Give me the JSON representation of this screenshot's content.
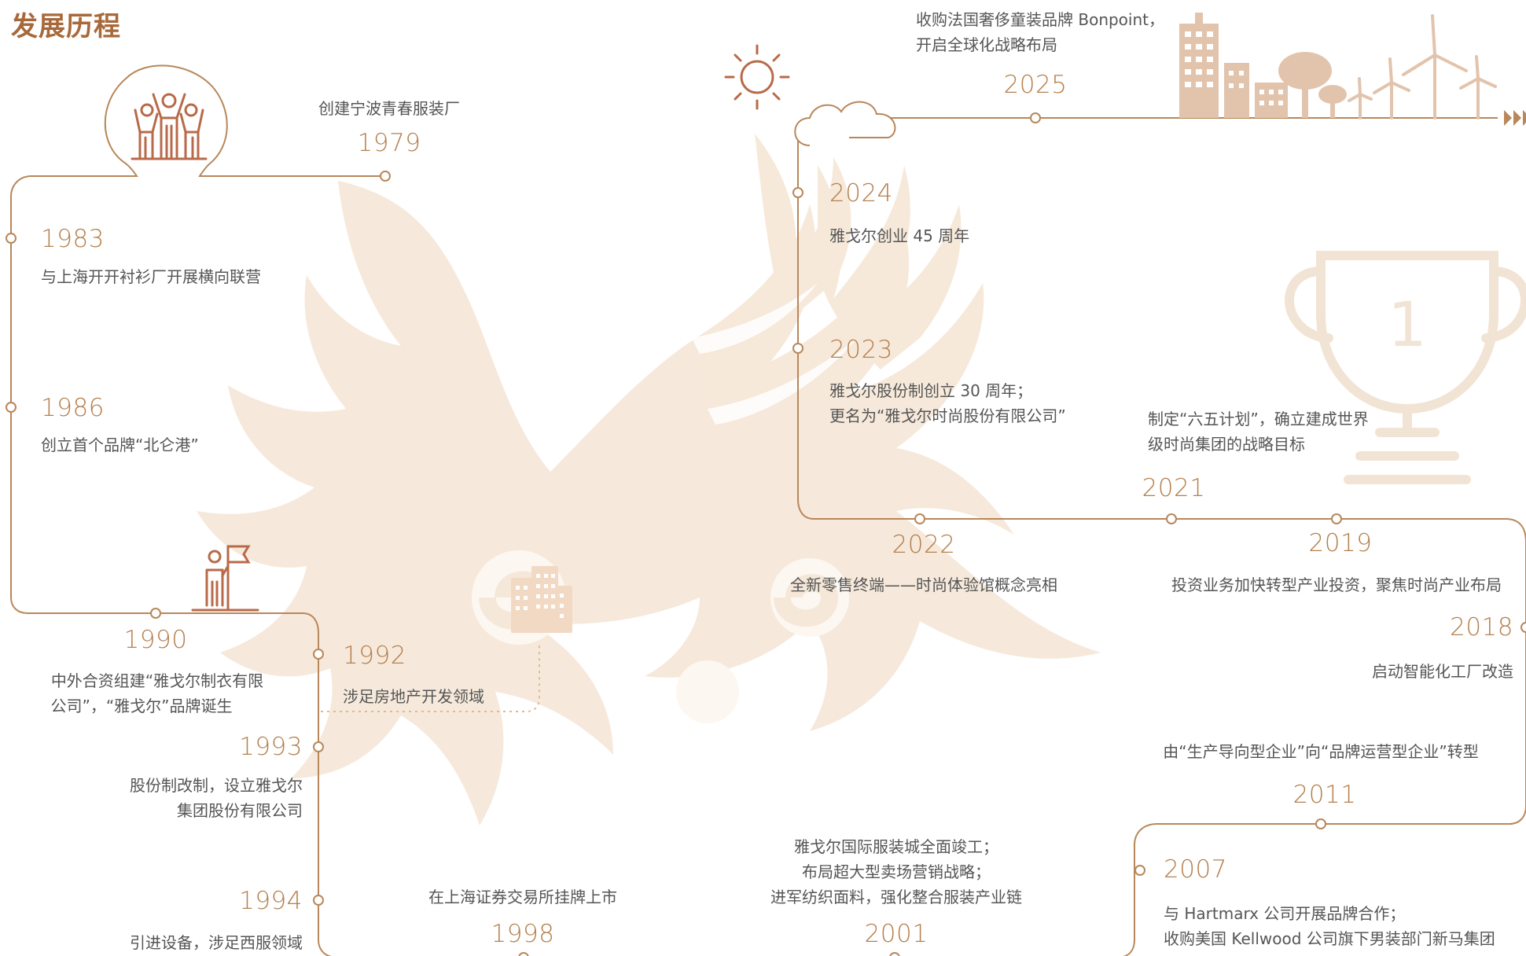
{
  "title": "发展历程",
  "colors": {
    "accent": "#a8693a",
    "line": "#b8875a",
    "year": "#b5804e",
    "text": "#555555",
    "background_art": "#f5e6d6",
    "icon_light": "#e2c4ad"
  },
  "milestones": {
    "m1979": {
      "year": "1979",
      "text": "创建宁波青春服装厂"
    },
    "m1983": {
      "year": "1983",
      "text": "与上海开开衬衫厂开展横向联营"
    },
    "m1986": {
      "year": "1986",
      "text": "创立首个品牌“北仑港”"
    },
    "m1990": {
      "year": "1990",
      "line1": "中外合资组建“雅戈尔制衣有限",
      "line2": "公司”，“雅戈尔”品牌诞生"
    },
    "m1992": {
      "year": "1992",
      "text": "涉足房地产开发领域"
    },
    "m1993": {
      "year": "1993",
      "line1": "股份制改制，设立雅戈尔",
      "line2": "集团股份有限公司"
    },
    "m1994": {
      "year": "1994",
      "text": "引进设备，涉足西服领域"
    },
    "m1998": {
      "year": "1998",
      "text": "在上海证券交易所挂牌上市"
    },
    "m2001": {
      "year": "2001",
      "line1": "雅戈尔国际服装城全面竣工；",
      "line2": "布局超大型卖场营销战略；",
      "line3": "进军纺织面料，强化整合服装产业链"
    },
    "m2007": {
      "year": "2007",
      "line1": "与 Hartmarx 公司开展品牌合作；",
      "line2": "收购美国 Kellwood 公司旗下男装部门新马集团"
    },
    "m2011": {
      "year": "2011",
      "text": "由“生产导向型企业”向“品牌运营型企业”转型"
    },
    "m2018": {
      "year": "2018",
      "text": "启动智能化工厂改造"
    },
    "m2019": {
      "year": "2019",
      "text": "投资业务加快转型产业投资，聚焦时尚产业布局"
    },
    "m2021": {
      "year": "2021",
      "line1": "制定“六五计划”，确立建成世界",
      "line2": "级时尚集团的战略目标"
    },
    "m2022": {
      "year": "2022",
      "text": "全新零售终端——时尚体验馆概念亮相"
    },
    "m2023": {
      "year": "2023",
      "line1": "雅戈尔股份制创立 30 周年；",
      "line2": "更名为“雅戈尔时尚股份有限公司”"
    },
    "m2024": {
      "year": "2024",
      "text": "雅戈尔创业 45 周年"
    },
    "m2025": {
      "year": "2025",
      "line1": "收购法国奢侈童装品牌 Bonpoint，",
      "line2": "开启全球化战略布局"
    }
  },
  "trophy_number": "1",
  "icons": [
    "people-cheering-icon",
    "flag-person-icon",
    "building-icon",
    "sun-icon",
    "cloud-icon",
    "city-windmill-skyline-icon",
    "trophy-icon",
    "arrow-right-icon"
  ]
}
